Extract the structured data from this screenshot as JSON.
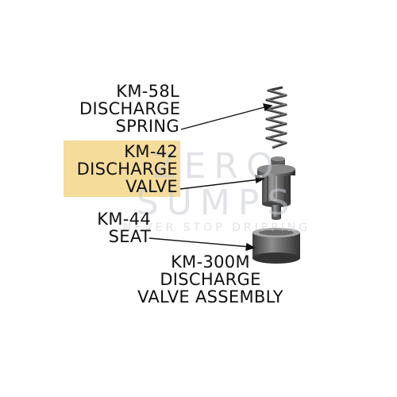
{
  "colors": {
    "highlight": "#f6dc9b",
    "part_dark": "#3a3a3a",
    "part_mid": "#6e6e6e",
    "part_light": "#9a9a9a",
    "watermark": "#c9cdd3"
  },
  "labels": {
    "spring": {
      "part": "KM-58L",
      "line2": "DISCHARGE",
      "line3": "SPRING"
    },
    "valve": {
      "part": "KM-42",
      "line2": "DISCHARGE",
      "line3": "VALVE"
    },
    "seat": {
      "part": "KM-44",
      "line2": "SEAT"
    },
    "assembly": {
      "part": "KM-300M",
      "line2": "DISCHARGE",
      "line3": "VALVE ASSEMBLY"
    }
  },
  "watermark": {
    "line1": "ZERO",
    "line2": "SUMPS",
    "line3": "NEVER STOP DRIPPING"
  },
  "icons": [
    "spring-icon",
    "valve-icon",
    "seat-icon"
  ]
}
